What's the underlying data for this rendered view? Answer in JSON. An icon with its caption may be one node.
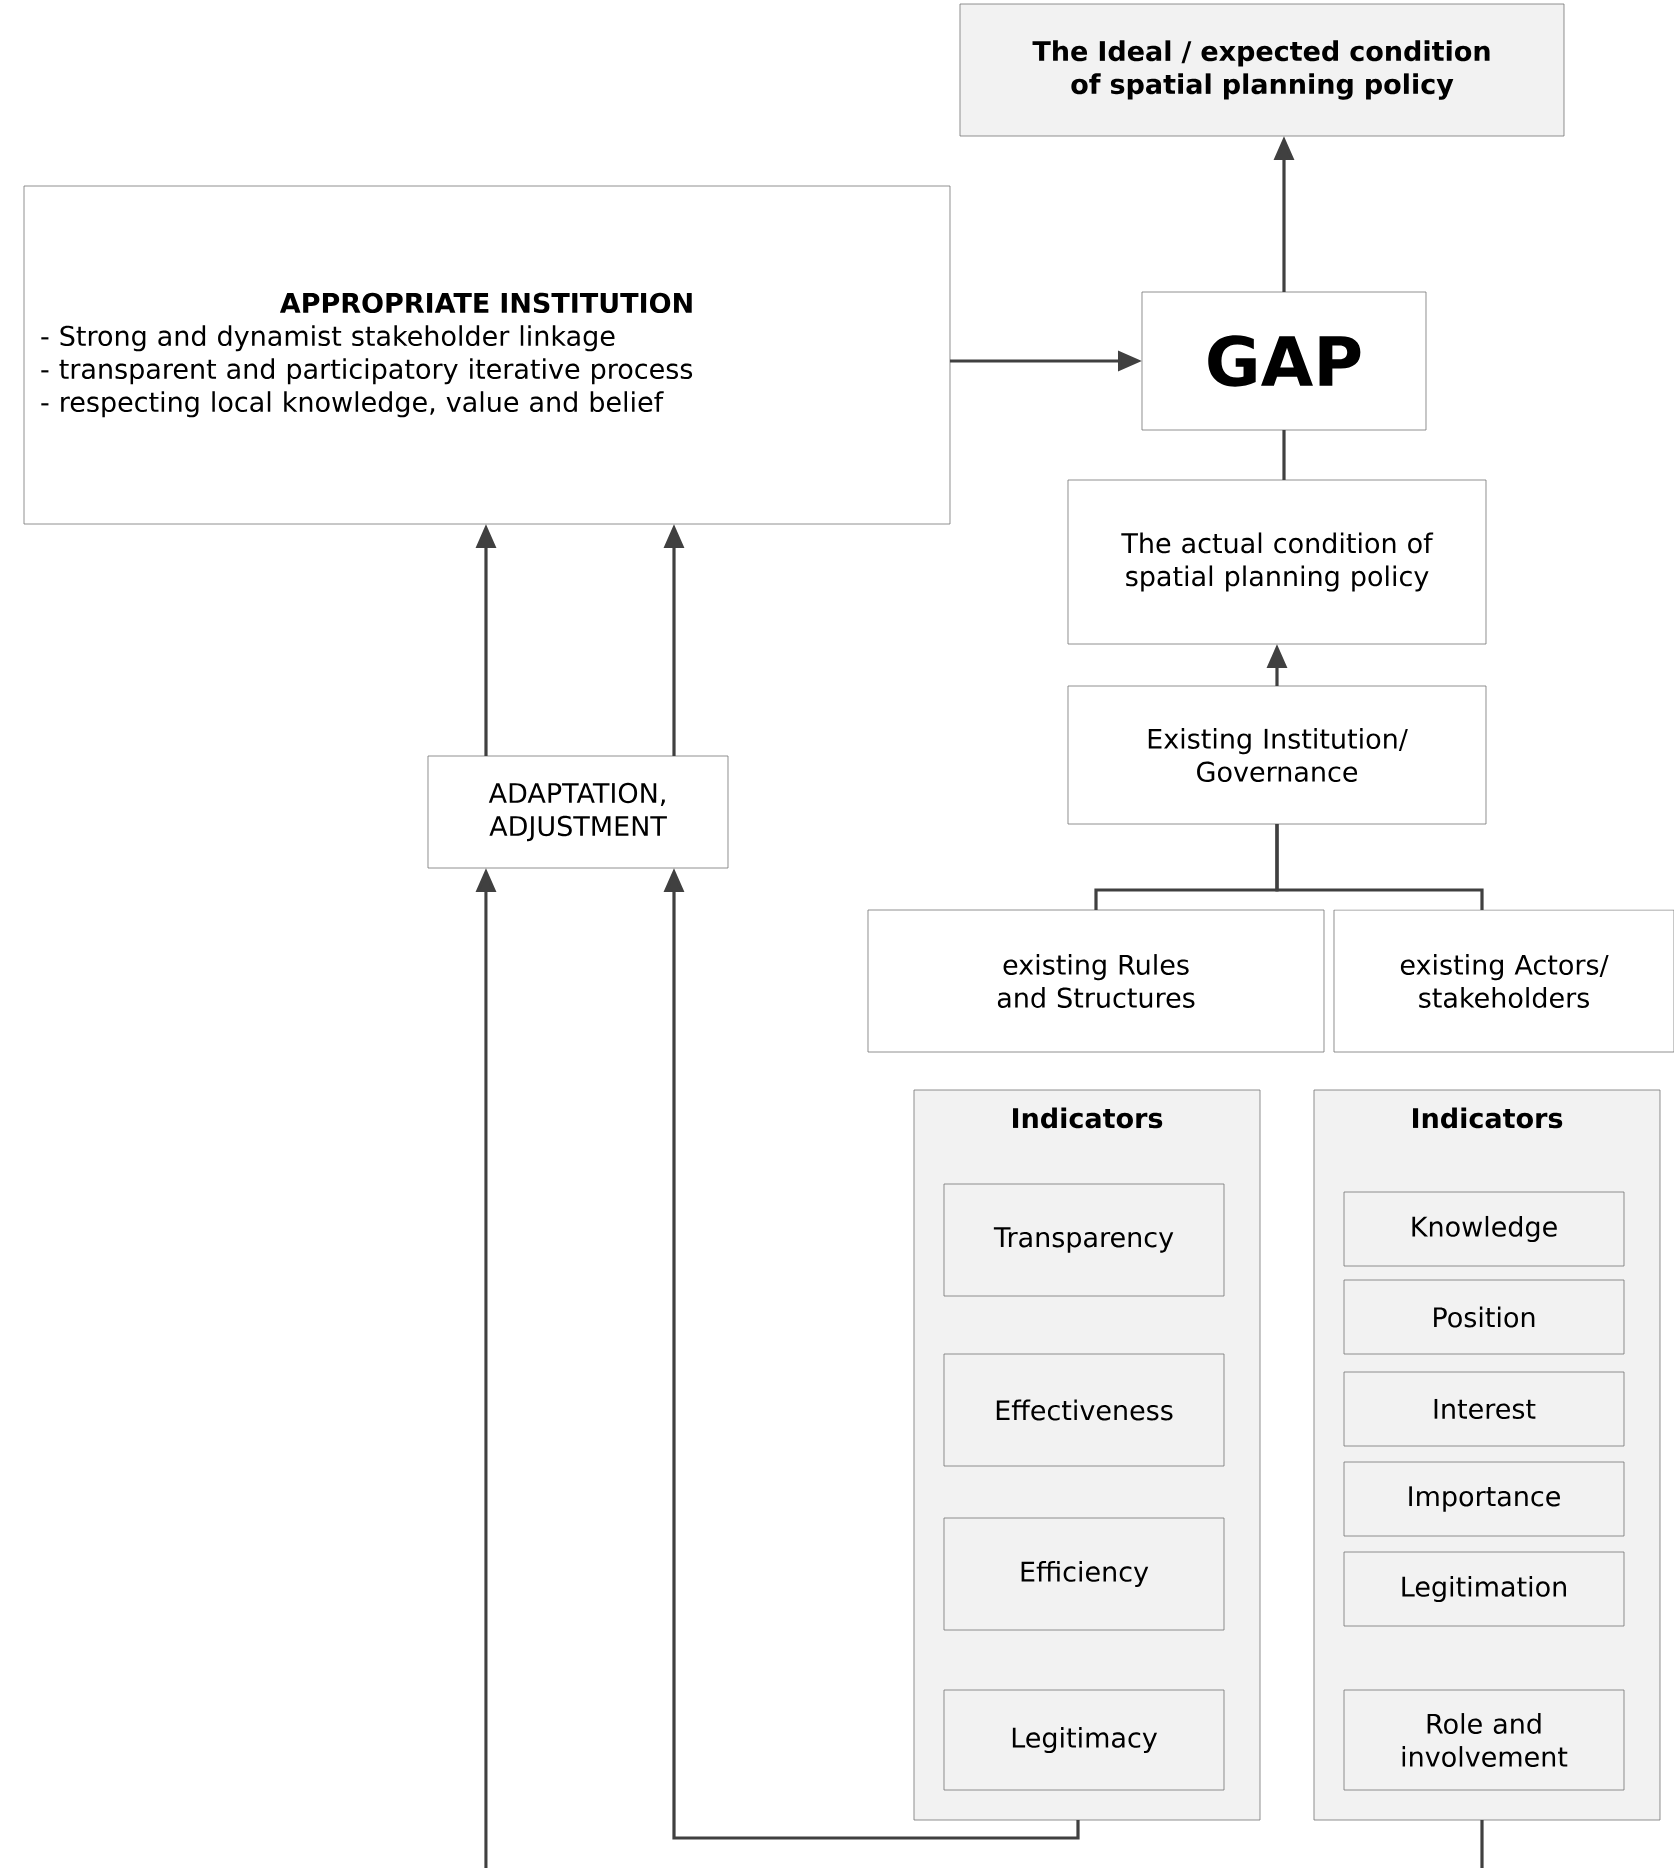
{
  "diagram": {
    "nodes": [
      {
        "text": [
          "The Ideal / expected condition of spatial planning policy"
        ]
      },
      {
        "text": [
          "APPROPRIATE INSTITUTION",
          "- Strong and dynamist stakeholder linkage",
          "- transparent and participatory iterative process",
          "- respecting local knowledge, value and belief"
        ]
      },
      {
        "text": [
          "GAP"
        ]
      },
      {
        "text": [
          "The actual condition of spatial planning policy"
        ]
      },
      {
        "text": [
          "Existing Institution/ Governance"
        ]
      },
      {
        "text": [
          "ADAPTATION, ADJUSTMENT"
        ]
      },
      {
        "text": [
          "existing Rules and Structures"
        ]
      },
      {
        "text": [
          "existing Actors/ stakeholders"
        ]
      },
      {
        "text": [
          "Indicators"
        ]
      },
      {
        "text": [
          "Transparency"
        ],
        "in": 8
      },
      {
        "text": [
          "Effectiveness"
        ],
        "in": 8
      },
      {
        "text": [
          "Efficiency"
        ],
        "in": 8
      },
      {
        "text": [
          "Legitimacy"
        ],
        "in": 8
      },
      {
        "text": [
          "Indicators"
        ]
      },
      {
        "text": [
          "Knowledge"
        ],
        "in": 13
      },
      {
        "text": [
          "Position"
        ],
        "in": 13
      },
      {
        "text": [
          "Interest"
        ],
        "in": 13
      },
      {
        "text": [
          "Importance"
        ],
        "in": 13
      },
      {
        "text": [
          "Legitimation"
        ],
        "in": 13
      },
      {
        "text": [
          "Role and involvement"
        ],
        "in": 13
      }
    ],
    "edges": [
      {
        "from": 2,
        "to": 0,
        "arrow": "to"
      },
      {
        "from": 1,
        "to": 2,
        "arrow": "to"
      },
      {
        "from": 3,
        "to": 2,
        "arrow": "none"
      },
      {
        "from": 4,
        "to": 3,
        "arrow": "to"
      },
      {
        "from": 6,
        "to": 4,
        "arrow": "none"
      },
      {
        "from": 7,
        "to": 4,
        "arrow": "none"
      },
      {
        "from": 5,
        "to": 1,
        "arrow": "to"
      },
      {
        "from": 5,
        "to": 1,
        "arrow": "to"
      },
      {
        "from": 8,
        "to": 5,
        "arrow": "to"
      },
      {
        "from": null,
        "to": 5,
        "arrow": "to"
      },
      {
        "from": 13,
        "to": null,
        "arrow": "none"
      }
    ]
  }
}
